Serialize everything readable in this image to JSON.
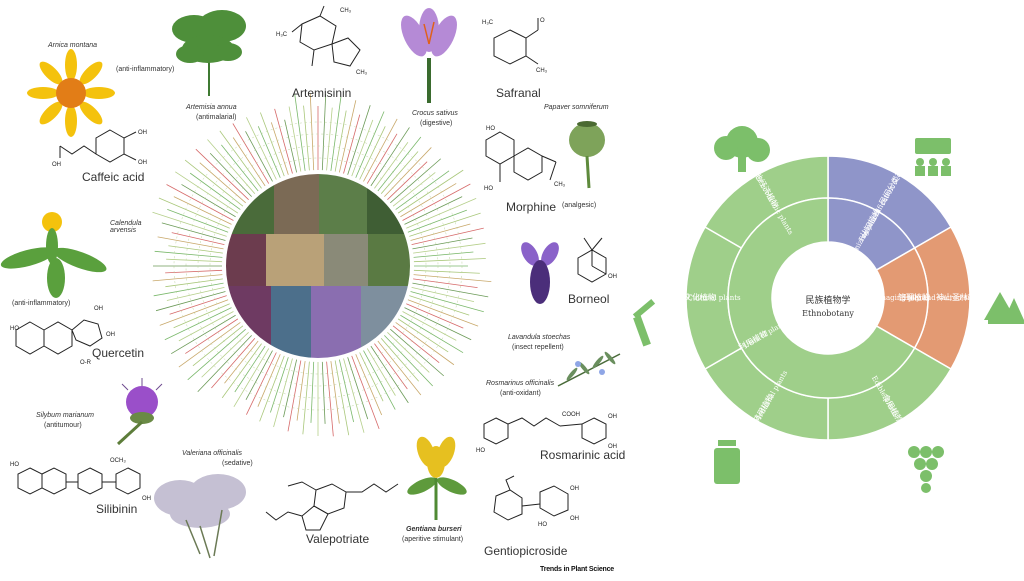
{
  "left_figure": {
    "credit": "Trends in Plant Science",
    "species": {
      "arnica": {
        "name": "Arnica montana",
        "use": "(anti-inflammatory)"
      },
      "artemisia": {
        "name": "Artemisia annua",
        "use": "(antimalarial)"
      },
      "crocus": {
        "name": "Crocus sativus",
        "use": "(digestive)"
      },
      "papaver": {
        "name": "Papaver somniferum",
        "use": "(analgesic)"
      },
      "calendula": {
        "name": "Calendula arvensis",
        "use": "(anti-inflammatory)"
      },
      "lavandula": {
        "name": "Lavandula stoechas",
        "use": "(insect repellent)"
      },
      "rosmarinus": {
        "name": "Rosmarinus officinalis",
        "use": "(anti-oxidant)"
      },
      "silybum": {
        "name": "Silybum marianum",
        "use": "(antitumour)"
      },
      "valeriana": {
        "name": "Valeriana officinalis",
        "use": "(sedative)"
      },
      "gentiana": {
        "name": "Gentiana burseri",
        "use": "(aperitive stimulant)"
      }
    },
    "compounds": {
      "artemisinin": "Artemisinin",
      "safranal": "Safranal",
      "caffeic": "Caffeic acid",
      "morphine": "Morphine",
      "borneol": "Borneol",
      "quercetin": "Quercetin",
      "rosmarinic": "Rosmarinic acid",
      "silibinin": "Silibinin",
      "valepotriate": "Valepotriate",
      "gentiopicroside": "Gentiopicroside"
    }
  },
  "right_figure": {
    "center": {
      "zh": "民族植物学",
      "en": "Ethnobotany"
    },
    "inner_ring": [
      {
        "zh": "从知植物",
        "en": "Cognizing plants",
        "color": "#8f95c9"
      },
      {
        "zh": "管理植物",
        "en": "Managing plants",
        "color": "#e39a73"
      },
      {
        "zh": "利用植物",
        "en": "Uses of plants",
        "color": "#9fcf8a"
      }
    ],
    "outer_ring": [
      {
        "zh": "民间分类等",
        "en": "Folk classification & others",
        "color": "#8f95c9"
      },
      {
        "zh": "神山圣林等",
        "en": "Holy and sacred sites",
        "color": "#e39a73"
      },
      {
        "zh": "食用植物",
        "en": "Edible plants",
        "color": "#9fcf8a"
      },
      {
        "zh": "药用植物",
        "en": "Medicinal plants",
        "color": "#9fcf8a"
      },
      {
        "zh": "文化植物",
        "en": "Cultural plants",
        "color": "#9fcf8a"
      },
      {
        "zh": "其他经济植物",
        "en": "Other economic plants",
        "color": "#9fcf8a"
      }
    ],
    "management_label": {
      "zh": "保护/管理植物",
      "en": "Conserving & managing plants"
    },
    "icons": [
      "tree-icon",
      "people-meeting-icon",
      "forest-icon",
      "grapes-icon",
      "medicine-bottle-icon",
      "mortar-icon"
    ]
  }
}
